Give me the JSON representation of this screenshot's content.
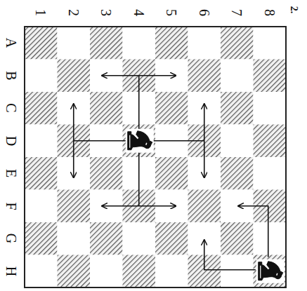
{
  "diagram": {
    "labels": [
      "2.",
      "1",
      "2",
      "3",
      "4",
      "5",
      "6",
      "7",
      "8",
      "A",
      "B",
      "C",
      "D",
      "E",
      "F",
      "G",
      "H"
    ]
  }
}
